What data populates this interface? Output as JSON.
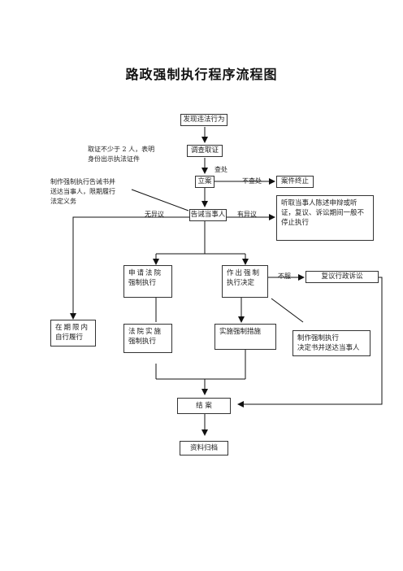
{
  "title": "路政强制执行程序流程图",
  "nodes": {
    "discover": "发现违法行为",
    "investigate": "调查取证",
    "register": "立案",
    "case_end": "案件终止",
    "notify": "告诫当事人",
    "hearing_note": "听取当事人陈述申辩或听证，复议、诉讼期间一般不停止执行",
    "apply_court_l1": "申请法院",
    "apply_court_l2": "强制执行",
    "decision_l1": "作出强制",
    "decision_l2": "执行决定",
    "review": "复议行政诉讼",
    "self_l1": "在期限内",
    "self_l2": "自行履行",
    "court_l1": "法院实施",
    "court_l2": "强制执行",
    "enforce": "实施强制措施",
    "make_l1": "制作强制执行",
    "make_l2": "决定书并送达当事人",
    "end": "结 案",
    "archive": "资料归档"
  },
  "labels": {
    "evidence_l1": "取证不少于 2 人，表明",
    "evidence_l2": "身份出示执法证件",
    "warning_l1": "制作强制执行告诫书并",
    "warning_l2": "送达当事人，限期履行",
    "warning_l3": "法定义务",
    "handle": "查处",
    "no_handle": "不查处",
    "no_objection": "无异议",
    "objection": "有异议",
    "refuse": "不服"
  }
}
